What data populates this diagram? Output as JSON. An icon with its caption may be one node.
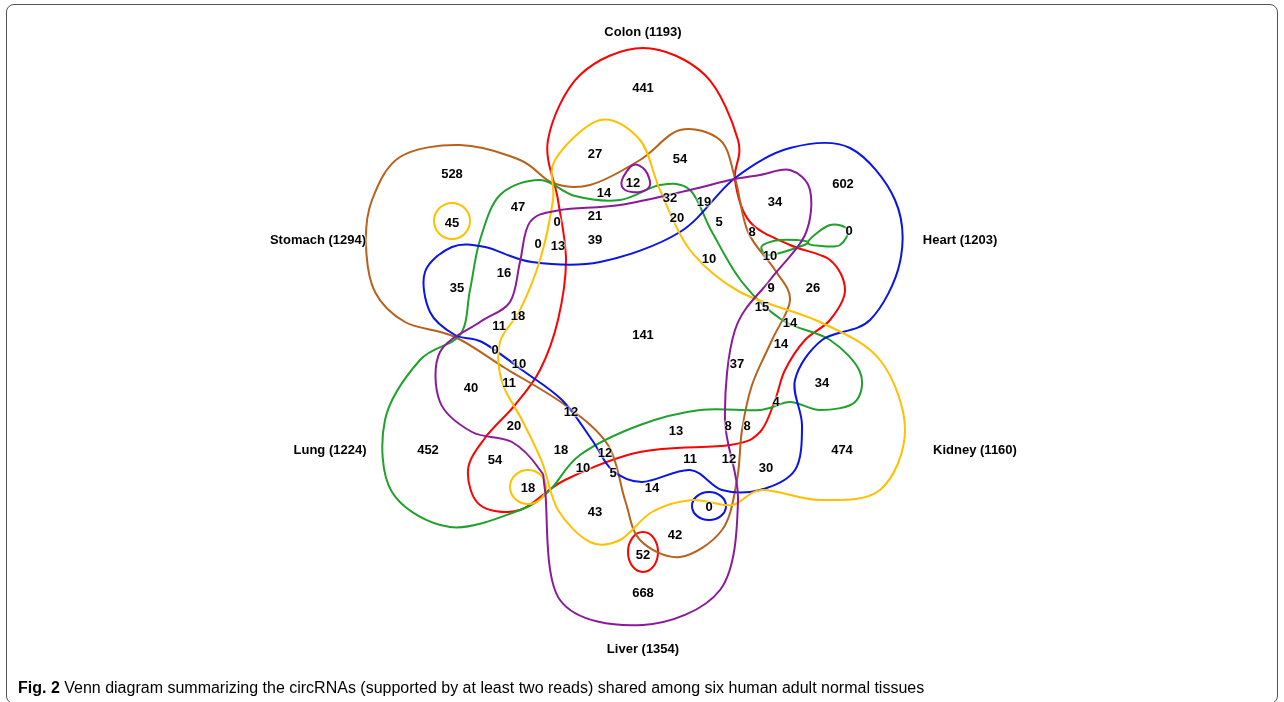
{
  "diagram": {
    "caption": "**Fig. 2** Venn diagram summarizing the circRNAs (supported by at least two reads) shared among six human adult normal tissues",
    "labels": [
      "Colon (1193)",
      "441",
      "27",
      "54",
      "528",
      "12",
      "602",
      "14",
      "32",
      "19",
      "34",
      "47",
      "45",
      "0",
      "21",
      "20",
      "5",
      "8",
      "0",
      "Stomach (1294)",
      "0",
      "13",
      "39",
      "Heart (1203)",
      "10",
      "10",
      "16",
      "35",
      "9",
      "26",
      "18",
      "15",
      "11",
      "14",
      "141",
      "0",
      "14",
      "10",
      "37",
      "11",
      "40",
      "34",
      "4",
      "12",
      "20",
      "13",
      "8",
      "8",
      "Lung (1224)",
      "452",
      "54",
      "18",
      "12",
      "11",
      "12",
      "474",
      "Kidney (1160)",
      "10",
      "5",
      "30",
      "18",
      "14",
      "0",
      "43",
      "42",
      "52",
      "668",
      "Liver (1354)"
    ]
  }
}
